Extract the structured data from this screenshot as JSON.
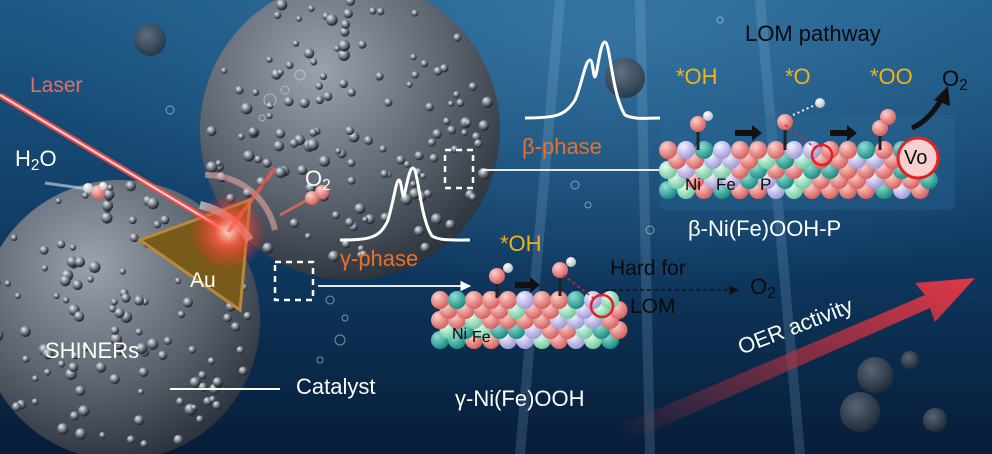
{
  "labels": {
    "laser": "Laser",
    "water": "H",
    "water_sub": "2",
    "water_tail": "O",
    "o2_mid": "O",
    "o2_mid_sub": "2",
    "au": "Au",
    "shiners": "SHINERs",
    "catalyst": "Catalyst",
    "beta_phase": "β-phase",
    "gamma_phase": "γ-phase",
    "lom_pathway": "LOM pathway",
    "beta_oh": "*OH",
    "beta_o": "*O",
    "beta_oo": "*OO",
    "beta_o2": "O",
    "beta_o2_sub": "2",
    "vo": "Vo",
    "ni_beta": "Ni",
    "fe_beta": "Fe",
    "p_beta": "P",
    "beta_material": "β-Ni(Fe)OOH-P",
    "gamma_oh": "*OH",
    "hard_for_1": "Hard for",
    "hard_for_2": "LOM",
    "gamma_o2": "O",
    "gamma_o2_sub": "2",
    "ni_gamma": "Ni",
    "fe_gamma": "Fe",
    "gamma_material": "γ-Ni(Fe)OOH",
    "oer_activity": "OER activity"
  },
  "colors": {
    "background": "#0d2a4a",
    "laser": "#ff4a4a",
    "adsorbate_highlight": "#f2b21a",
    "phase_label": "#e8722a",
    "oxygen_atom": "#e07a78",
    "lattice_teal": "#3fb3a8",
    "lattice_mint": "#9fe0c0",
    "lattice_lavender": "#c8c4ee",
    "vacancy_ring": "#e62020",
    "oer_arrow": "#c8303c"
  }
}
